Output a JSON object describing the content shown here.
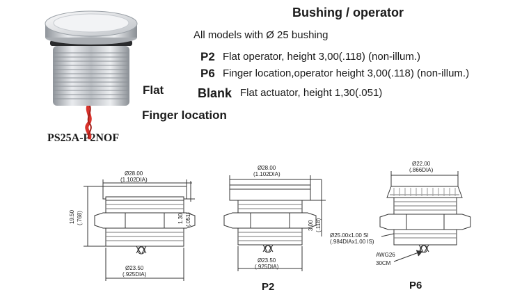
{
  "header": {
    "title": "Bushing / operator",
    "subtitle": "All models with Ø 25 bushing"
  },
  "options": [
    {
      "code": "P2",
      "text": "Flat operator, height 3,00(.118) (non-illum.)"
    },
    {
      "code": "P6",
      "text": "Finger location,operator height 3,00(.118) (non-illum.)"
    },
    {
      "code": "Blank",
      "text": "Flat actuator, height 1,30(.051)"
    }
  ],
  "photo": {
    "label_flat": "Flat",
    "label_finger": "Finger  location",
    "model": "PS25A-P2NOF"
  },
  "drawings": {
    "d1": {
      "top_dim1": "Ø28.00",
      "top_dim2": "(1.102DIA)",
      "left_dim1": "19.50",
      "left_dim2": "(.768)",
      "right_dim1": "1.30",
      "right_dim2": "(.051)",
      "bottom_dim1": "Ø23.50",
      "bottom_dim2": "(.925DIA)"
    },
    "d2": {
      "top_dim1": "Ø28.00",
      "top_dim2": "(1.102DIA)",
      "right_dim1": "3.00",
      "right_dim2": "(.118)",
      "bottom_dim1": "Ø23.50",
      "bottom_dim2": "(.925DIA)",
      "label": "P2"
    },
    "d3": {
      "top_dim1": "Ø22.00",
      "top_dim2": "(.866DIA)",
      "thread1": "Ø25.00x1.00 SI",
      "thread2": "(.984DIAx1.00 IS)",
      "wire1": "AWG26",
      "wire2": "30CM",
      "label": "P6"
    }
  },
  "colors": {
    "text": "#1a1a1a",
    "wire_red": "#d8322b",
    "metal": "#c9ccd0"
  }
}
